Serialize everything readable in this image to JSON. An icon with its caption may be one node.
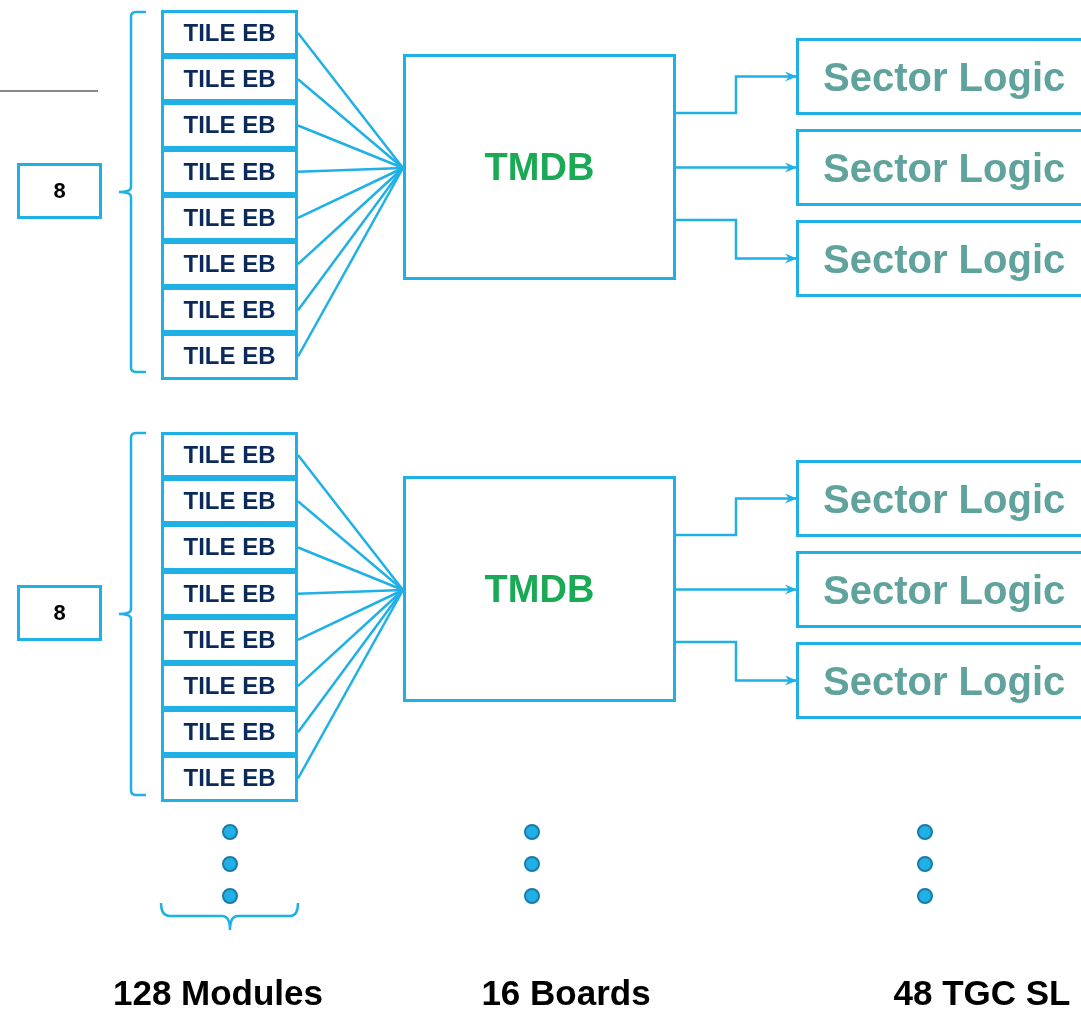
{
  "diagram": {
    "nodes": [
      {
        "text": [
          "8"
        ]
      },
      {
        "text": [
          "TILE EB"
        ]
      },
      {
        "text": [
          "TILE EB"
        ]
      },
      {
        "text": [
          "TILE EB"
        ]
      },
      {
        "text": [
          "TILE EB"
        ]
      },
      {
        "text": [
          "TILE EB"
        ]
      },
      {
        "text": [
          "TILE EB"
        ]
      },
      {
        "text": [
          "TILE EB"
        ]
      },
      {
        "text": [
          "TILE EB"
        ]
      },
      {
        "text": [
          "TMDB"
        ]
      },
      {
        "text": [
          "Sector Logic"
        ]
      },
      {
        "text": [
          "Sector Logic"
        ]
      },
      {
        "text": [
          "Sector Logic"
        ]
      },
      {
        "text": [
          "8"
        ]
      },
      {
        "text": [
          "TILE EB"
        ]
      },
      {
        "text": [
          "TILE EB"
        ]
      },
      {
        "text": [
          "TILE EB"
        ]
      },
      {
        "text": [
          "TILE EB"
        ]
      },
      {
        "text": [
          "TILE EB"
        ]
      },
      {
        "text": [
          "TILE EB"
        ]
      },
      {
        "text": [
          "TILE EB"
        ]
      },
      {
        "text": [
          "TILE EB"
        ]
      },
      {
        "text": [
          "TMDB"
        ]
      },
      {
        "text": [
          "Sector Logic"
        ]
      },
      {
        "text": [
          "Sector Logic"
        ]
      },
      {
        "text": [
          "Sector Logic"
        ]
      }
    ],
    "edges": [
      {
        "from": 1,
        "to": 9,
        "arrow": "none"
      },
      {
        "from": 2,
        "to": 9,
        "arrow": "none"
      },
      {
        "from": 3,
        "to": 9,
        "arrow": "none"
      },
      {
        "from": 4,
        "to": 9,
        "arrow": "none"
      },
      {
        "from": 5,
        "to": 9,
        "arrow": "none"
      },
      {
        "from": 6,
        "to": 9,
        "arrow": "none"
      },
      {
        "from": 7,
        "to": 9,
        "arrow": "none"
      },
      {
        "from": 8,
        "to": 9,
        "arrow": "none"
      },
      {
        "from": 9,
        "to": 10,
        "arrow": "to"
      },
      {
        "from": 9,
        "to": 11,
        "arrow": "to"
      },
      {
        "from": 9,
        "to": 12,
        "arrow": "to"
      },
      {
        "from": 14,
        "to": 22,
        "arrow": "none"
      },
      {
        "from": 15,
        "to": 22,
        "arrow": "none"
      },
      {
        "from": 16,
        "to": 22,
        "arrow": "none"
      },
      {
        "from": 17,
        "to": 22,
        "arrow": "none"
      },
      {
        "from": 18,
        "to": 22,
        "arrow": "none"
      },
      {
        "from": 19,
        "to": 22,
        "arrow": "none"
      },
      {
        "from": 20,
        "to": 22,
        "arrow": "none"
      },
      {
        "from": 21,
        "to": 22,
        "arrow": "none"
      },
      {
        "from": 22,
        "to": 23,
        "arrow": "to"
      },
      {
        "from": 22,
        "to": 24,
        "arrow": "to"
      },
      {
        "from": 22,
        "to": 25,
        "arrow": "to"
      }
    ],
    "labels": [
      "128 Modules",
      "16 Boards",
      "48 TGC SL"
    ]
  }
}
